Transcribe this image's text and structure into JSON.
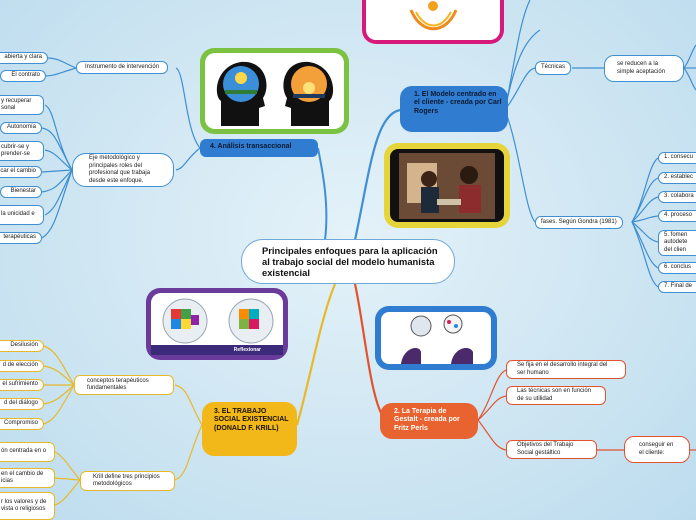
{
  "central": {
    "title": "Principales enfoques para la aplicación al trabajo social del modelo humanista existencial"
  },
  "branch1": {
    "title": "1. El Modelo centrado en el cliente - creada por Carl Rogers",
    "tecnicas": {
      "label": "Técnicas",
      "detail": "se reducen a la simple aceptación"
    },
    "fases": {
      "label": "fases. Según Gondra (1981)",
      "items": [
        "1. consecu",
        "2. establec",
        "3. colabora",
        "4. proceso",
        "5. fomen autodete del clien",
        "6. conclus",
        "7. Final de"
      ]
    }
  },
  "branch2": {
    "title": "2. La Terapia de Gestalt - creada por Fritz Perls",
    "items": [
      "Se fija en el desarrollo integral del ser humano",
      "Las técnicas son en función de su utilidad",
      "Objetivos del Trabajo Social gestáltico"
    ],
    "sub": "conseguir en el cliente:"
  },
  "branch3": {
    "title": "3. EL TRABAJO SOCIAL EXISTENCIAL (DONALD F. KRILL)",
    "conceptos": {
      "label": "conceptos terapéuticos fundamentales",
      "items": [
        "Desilusión",
        "d de elección",
        "el sufrimiento",
        "d del diálogo",
        "Compromiso"
      ]
    },
    "krill": {
      "label": "Krill define tres principios metodológicos",
      "items": [
        "ón centrada en o",
        "en el cambio de icias",
        "r los valores y de vista o religiosos"
      ]
    }
  },
  "branch4": {
    "title": "4. Análisis transaccional",
    "instrumento": {
      "label": "Instrumento de intervención",
      "items": [
        "abierta y clara",
        "El contrato"
      ]
    },
    "eje": {
      "label": "Eje metodológico y principales roles del profesional que trabaja desde este enfoque.",
      "items": [
        "y recuperar sonal",
        "Autonomía",
        "cubrir-se y prender-se",
        "car el cambio",
        "Bienestar",
        "la unicidad e",
        "terapéuticas"
      ]
    }
  },
  "images": {
    "img4_caption": "",
    "img3_caption": "Reflexionar"
  },
  "colors": {
    "blue": "#3f8fd2",
    "orange": "#e2522f",
    "yellow": "#e7b92a",
    "green": "#7cc242",
    "pink": "#d6197a",
    "purple": "#6a3b9a"
  }
}
